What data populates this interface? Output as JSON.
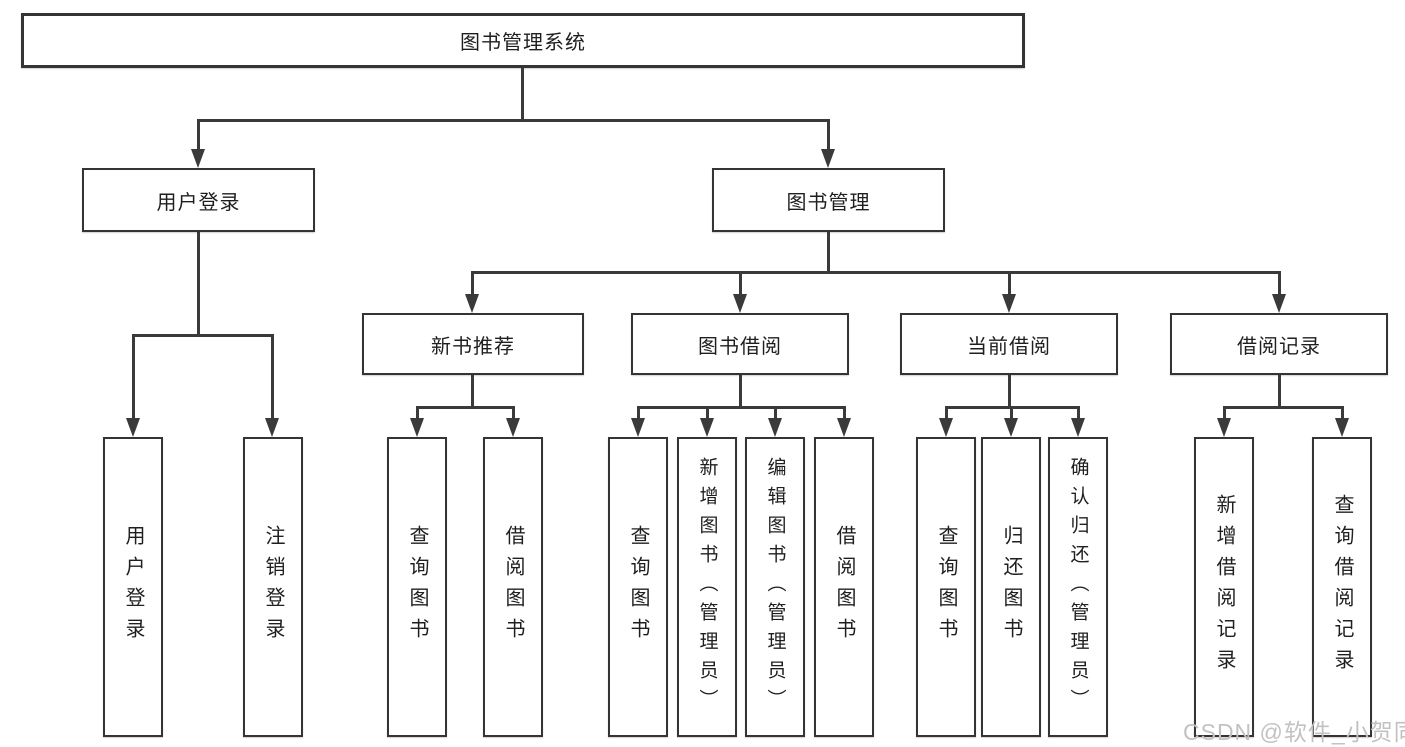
{
  "diagram": {
    "root": "图书管理系统",
    "level2": {
      "user_login": "用户登录",
      "book_mgmt": "图书管理"
    },
    "level3": {
      "new_books": "新书推荐",
      "book_borrow": "图书借阅",
      "current_borrow": "当前借阅",
      "borrow_records": "借阅记录"
    },
    "leaves": {
      "user_login": "用户登录",
      "logout": "注销登录",
      "nb_query": "查询图书",
      "nb_borrow": "借阅图书",
      "bw_query": "查询图书",
      "bw_add": "新增图书（管理员）",
      "bw_edit": "编辑图书（管理员）",
      "bw_borrow": "借阅图书",
      "cb_query": "查询图书",
      "cb_return": "归还图书",
      "cb_confirm": "确认归还（管理员）",
      "br_add": "新增借阅记录",
      "br_query": "查询借阅记录"
    }
  },
  "watermark": {
    "text": "CSDN @软件_小贺同学"
  },
  "colors": {
    "line": "#3a3a3a",
    "box_border": "#343434",
    "text": "#1f1f1f",
    "watermark": "#c2c2c2",
    "background": "#ffffff"
  }
}
